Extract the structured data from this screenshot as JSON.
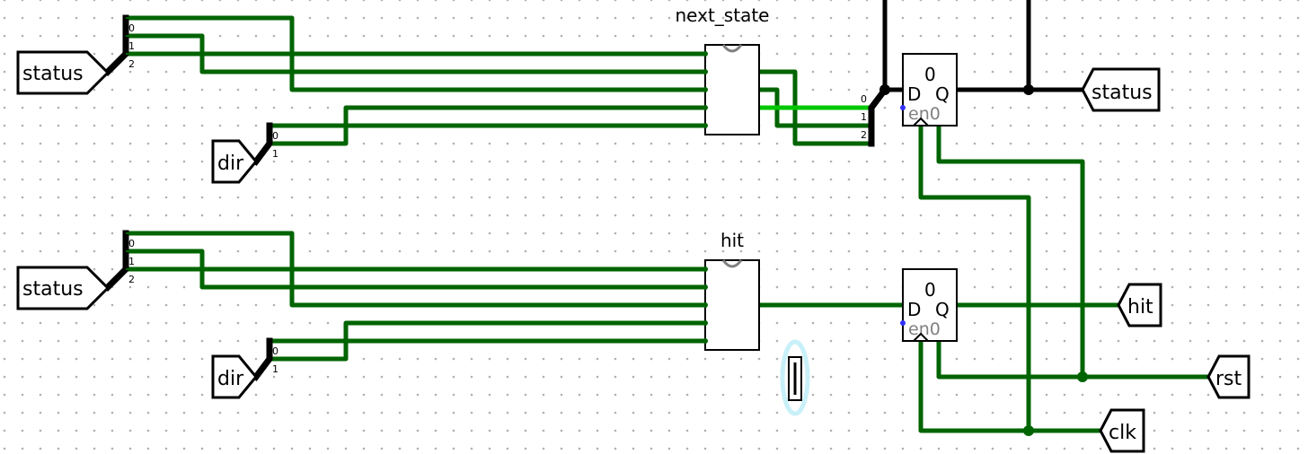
{
  "circuit": {
    "inputs": {
      "status_a": "status",
      "dir_a": "dir",
      "status_b": "status",
      "dir_b": "dir"
    },
    "outputs": {
      "status": "status",
      "hit": "hit",
      "rst": "rst",
      "clk": "clk"
    },
    "components": {
      "next_state": "next_state",
      "hit": "hit"
    },
    "flipflop": {
      "d": "D",
      "q": "Q",
      "init": "0",
      "en": "en0"
    },
    "splitter_bits_3": [
      "0",
      "1",
      "2"
    ],
    "splitter_bits_2": [
      "0",
      "1"
    ],
    "colors": {
      "wire_zero": "#006400",
      "wire_one": "#00c800",
      "bus": "#000000",
      "grid_dot": "#b0b0b0",
      "selection_halo": "#c8f0f8"
    }
  }
}
